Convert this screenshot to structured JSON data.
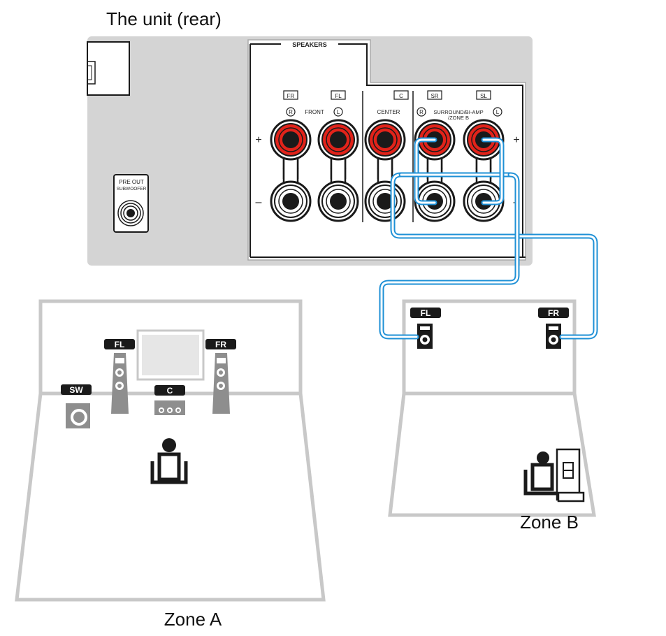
{
  "header": {
    "title": "The unit (rear)"
  },
  "rear_panel": {
    "speakers_header": "SPEAKERS",
    "pre_out_line1": "PRE OUT",
    "pre_out_line2": "SUBWOOFER",
    "channels": {
      "fr": "FR",
      "fl": "FL",
      "c": "C",
      "sr": "SR",
      "sl": "SL"
    },
    "group_labels": {
      "front": "FRONT",
      "center": "CENTER",
      "surround_line1": "SURROUND/BI-AMP",
      "surround_line2": "/ZONE B"
    },
    "polarity": {
      "plus": "+",
      "minus": "–"
    },
    "sides": {
      "right": "R",
      "left": "L"
    }
  },
  "zone_a": {
    "label": "Zone A",
    "speakers": {
      "fl": "FL",
      "fr": "FR",
      "center": "C",
      "subwoofer": "SW"
    }
  },
  "zone_b": {
    "label": "Zone B",
    "speakers": {
      "fl": "FL",
      "fr": "FR"
    }
  },
  "colors": {
    "panel": "#d4d4d4",
    "terminal_red": "#e2231a",
    "cable": "#1e90d6",
    "badge": "#1a1a1a",
    "room": "#c8c8c8"
  }
}
